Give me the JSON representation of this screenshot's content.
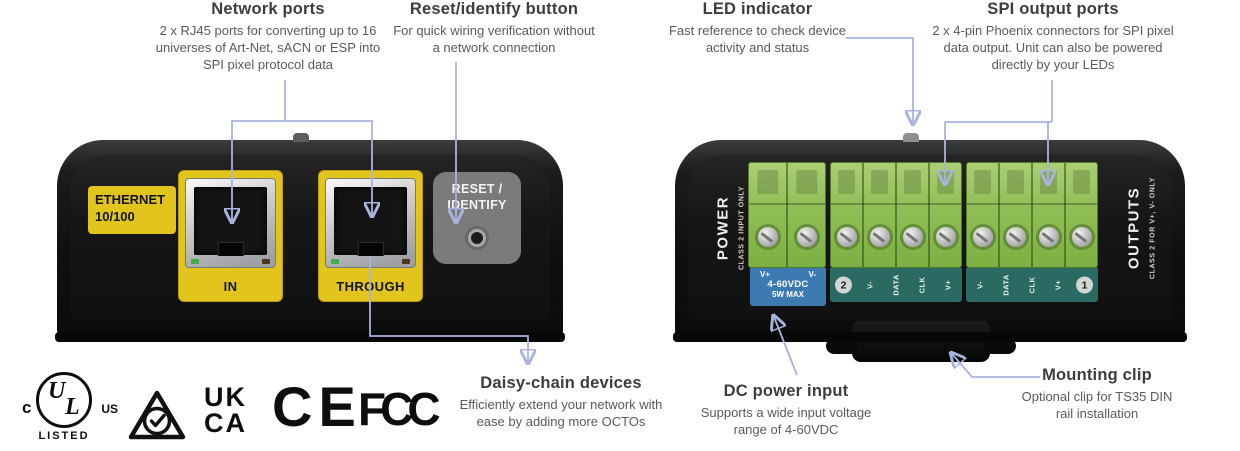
{
  "callouts": {
    "network_ports": {
      "title": "Network ports",
      "body": "2 x RJ45 ports for converting up to 16 universes of Art-Net, sACN or ESP into SPI pixel protocol data"
    },
    "reset_identify": {
      "title": "Reset/identify button",
      "body": "For quick wiring verification without a network connection"
    },
    "led_indicator": {
      "title": "LED indicator",
      "body": "Fast reference to check device activity and status"
    },
    "spi_output_ports": {
      "title": "SPI output ports",
      "body": "2 x 4-pin Phoenix connectors for SPI pixel data output. Unit can also be powered directly by your LEDs"
    },
    "daisy_chain": {
      "title": "Daisy-chain devices",
      "body": "Efficiently extend your network with ease by adding more OCTOs"
    },
    "dc_power": {
      "title": "DC power input",
      "body": "Supports a wide input voltage range of 4-60VDC"
    },
    "mounting_clip": {
      "title": "Mounting clip",
      "body": "Optional clip for TS35 DIN rail installation"
    }
  },
  "front_device": {
    "ethernet_line1": "ETHERNET",
    "ethernet_line2": "10/100",
    "port_in": "IN",
    "port_through": "THROUGH",
    "reset_line1": "RESET /",
    "reset_line2": "IDENTIFY"
  },
  "rear_device": {
    "power": "POWER",
    "power_class": "CLASS 2 INPUT ONLY",
    "outputs": "OUTPUTS",
    "outputs_class": "CLASS 2 FOR V+, V- ONLY",
    "dc_pin_left": "V+",
    "dc_pin_right": "V-",
    "dc_voltage": "4-60VDC",
    "dc_max": "5W MAX",
    "port2_number": "2",
    "port1_number": "1",
    "pin_labels": [
      "V-",
      "DATA",
      "CLK",
      "V+"
    ]
  },
  "certifications": {
    "ul_c": "c",
    "ul_u": "U",
    "ul_l": "L",
    "ul_us": "US",
    "ul_listed": "LISTED",
    "ukca_line1": "UK",
    "ukca_line2": "CA",
    "ce": "CE",
    "fcc": "FCC"
  },
  "colors": {
    "callout_line": "#a9b3e0",
    "title_text": "#3d3d3d",
    "body_text": "#5a5a5a",
    "ethernet_yellow": "#e2c51c",
    "connector_green": "#8fbe55",
    "dc_label_blue": "#3e7ab2",
    "output_label_teal": "#2a6a63",
    "device_black": "#141414"
  }
}
